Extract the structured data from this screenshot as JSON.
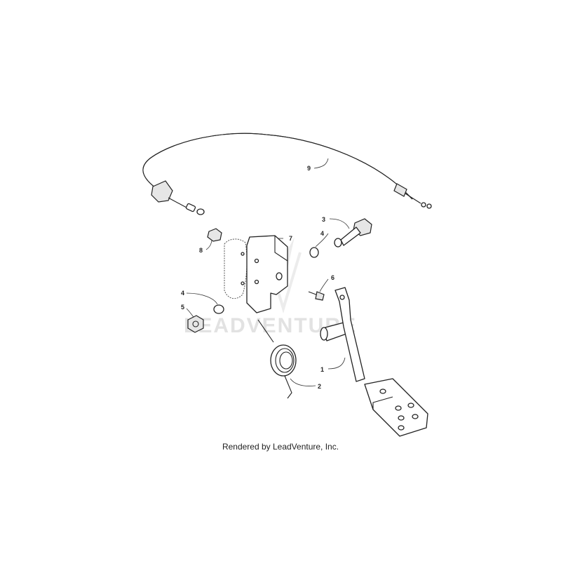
{
  "watermark": "LEADVENTURE",
  "caption": "Rendered by LeadVenture, Inc.",
  "callouts": {
    "c1": "1",
    "c2": "2",
    "c3": "3",
    "c4a": "4",
    "c4b": "4",
    "c5": "5",
    "c6": "6",
    "c7": "7",
    "c8": "8",
    "c9": "9"
  }
}
